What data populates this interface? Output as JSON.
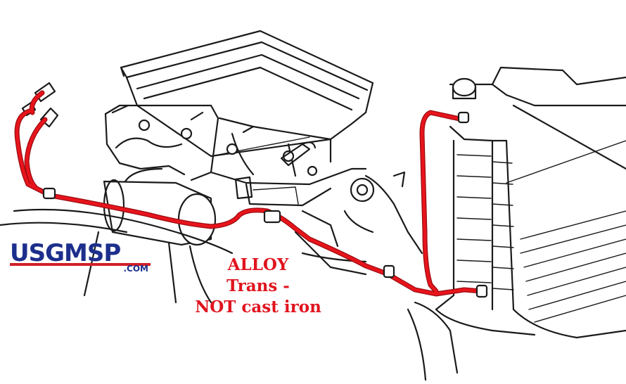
{
  "logo": {
    "main": "USGMSP",
    "suffix": ".COM",
    "main_color": "#1d2f8c",
    "bar_color": "#d11f27"
  },
  "callout": {
    "lines": [
      "ALLOY",
      "Trans -",
      "NOT cast iron"
    ],
    "color": "#e0141e"
  },
  "highlight": {
    "label": "",
    "color": "#e8141c",
    "outline_color": "#9a0c10"
  },
  "drawing": {
    "subject": "engine-bay-line-illustration",
    "line_color": "#1a1a1a"
  }
}
